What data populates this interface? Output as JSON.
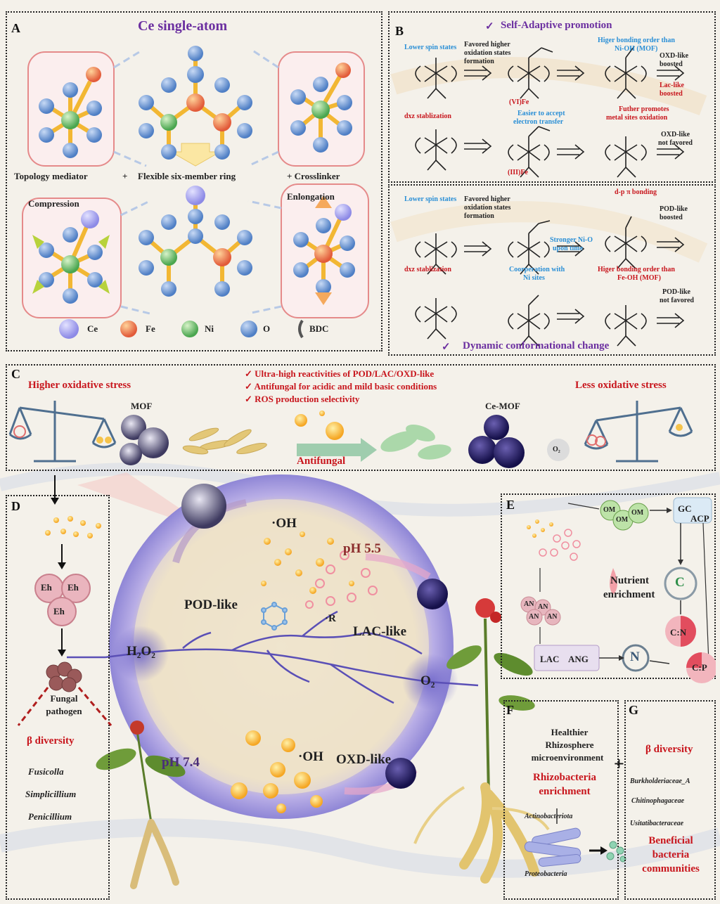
{
  "panelA": {
    "label": "A",
    "title": "Ce single-atom",
    "topology": "Topology mediator",
    "plus1": "+",
    "ring": "Flexible six-member ring",
    "crosslinker": "+ Crosslinker",
    "compression": "Compression",
    "elongation": "Enlongation",
    "legend": [
      {
        "label": "Ce",
        "color": "#a9a7f3"
      },
      {
        "label": "Fe",
        "color": "#ef8a52"
      },
      {
        "label": "Ni",
        "color": "#8fd18a"
      },
      {
        "label": "O",
        "color": "#7fa7dc"
      },
      {
        "label": "BDC",
        "color": "#555555"
      }
    ]
  },
  "panelB": {
    "label": "B",
    "top_title": "Self-Adaptive promotion",
    "bottom_title": "Dynamic conformational change",
    "check": "✓",
    "top": {
      "lower_spin": "Lower spin states",
      "favored1": "Favored higher",
      "favored2": "oxidation states",
      "favored3": "formation",
      "higher_bond1": "Higer bonding order than",
      "higher_bond2": "Ni-OH (MOF)",
      "oxd_boost1": "OXD-like",
      "oxd_boost2": "boosted",
      "lac_boost1": "Lac-like",
      "lac_boost2": "boosted",
      "dxz": "dxz stablization",
      "vife": "(VI)Fe",
      "easier1": "Easier to accept",
      "easier2": "electron transfer",
      "further1": "Futher promotes",
      "further2": "metal sites oxidation",
      "oxd_not1": "OXD-like",
      "oxd_not2": "not favored",
      "iiife": "(III)Fe"
    },
    "bottom": {
      "lower_spin": "Lower spin states",
      "favored1": "Favored higher",
      "favored2": "oxidation states",
      "favored3": "formation",
      "dp": "d-p π bonding",
      "pod_boost1": "POD-like",
      "pod_boost2": "boosted",
      "stronger1": "Stronger Ni-O",
      "stronger2": "upon time",
      "dxz": "dxz stablization",
      "coop1": "Coorperation with",
      "coop2": "Ni sites",
      "higher_bond1": "Higer bonding order than",
      "higher_bond2": "Fe-OH (MOF)",
      "pod_not1": "POD-like",
      "pod_not2": "not favored"
    }
  },
  "panelC": {
    "label": "C",
    "higher": "Higher oxidative stress",
    "less": "Less oxidative stress",
    "checks": [
      "Ultra-high reactivities of POD/LAC/OXD-like",
      "Antifungal for acidic and mild basic conditions",
      "ROS production selectivity"
    ],
    "mof": "MOF",
    "cemof": "Ce-MOF",
    "antifungal": "Antifungal",
    "o2": "O₂"
  },
  "panelD": {
    "label": "D",
    "eh": "Eh",
    "fungal1": "Fungal",
    "fungal2": "pathogen",
    "beta": "β diversity",
    "genera": [
      "Fusicolla",
      "Simplicillium",
      "Penicillium"
    ]
  },
  "center": {
    "oh_top": "·OH",
    "ph55": "pH 5.5",
    "pod": "POD-like",
    "r": "·R",
    "lac": "LAC-like",
    "h2o2": "H₂O₂",
    "o2": "O₂",
    "oxd": "OXD-like",
    "ph74": "pH 7.4",
    "oh_bottom": "·OH"
  },
  "panelE": {
    "label": "E",
    "om": "OM",
    "gc": "GC",
    "acp": "ACP",
    "nutrient1": "Nutrient",
    "nutrient2": "enrichment",
    "c": "C",
    "an": "AN",
    "lac": "LAC",
    "ang": "ANG",
    "n": "N",
    "cn": "C:N",
    "cp": "C:P"
  },
  "panelF": {
    "label": "F",
    "healthier1": "Healthier",
    "healthier2": "Rhizosphere",
    "healthier3": "microenvironment",
    "rhizo1": "Rhizobacteria",
    "rhizo2": "enrichment",
    "actino": "Actinobacteriota",
    "proteo": "Proteobacteria",
    "plus": "+"
  },
  "panelG": {
    "label": "G",
    "beta": "β diversity",
    "taxa": [
      "Burkholderiaceae_A",
      "Chitinophagaceae",
      "Usitatibacteraceae"
    ],
    "beneficial1": "Beneficial",
    "beneficial2": "bacteria",
    "beneficial3": "communities"
  }
}
